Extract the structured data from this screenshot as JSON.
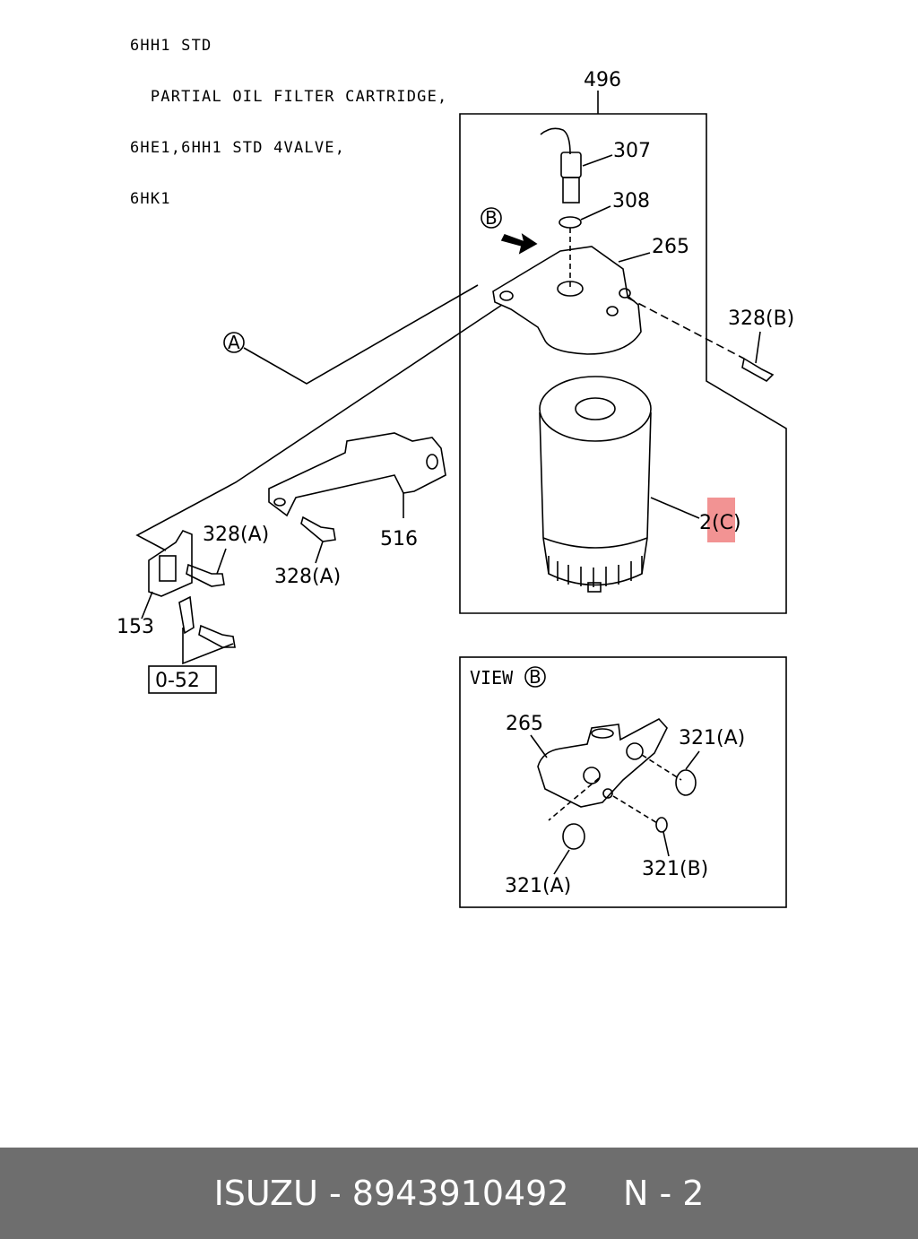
{
  "header": {
    "lines": [
      "6HH1 STD",
      "  PARTIAL OIL FILTER CARTRIDGE,",
      "6HE1,6HH1 STD 4VALVE,",
      "6HK1"
    ]
  },
  "callouts": {
    "c496": "496",
    "c307": "307",
    "c308": "308",
    "c265": "265",
    "c328b": "328(B)",
    "c2c": "2(C)",
    "c516": "516",
    "c328a_1": "328(A)",
    "c328a_2": "328(A)",
    "c153": "153",
    "c052": "0-52",
    "refA": "A",
    "refB": "B"
  },
  "view_b": {
    "title": "VIEW",
    "ref": "B",
    "c265": "265",
    "c321a_1": "321(A)",
    "c321a_2": "321(A)",
    "c321b": "321(B)"
  },
  "highlight_color": "#f08080",
  "footer": {
    "brand": "ISUZU",
    "separator": " - ",
    "part_number": "8943910492",
    "page": "N - 2"
  }
}
